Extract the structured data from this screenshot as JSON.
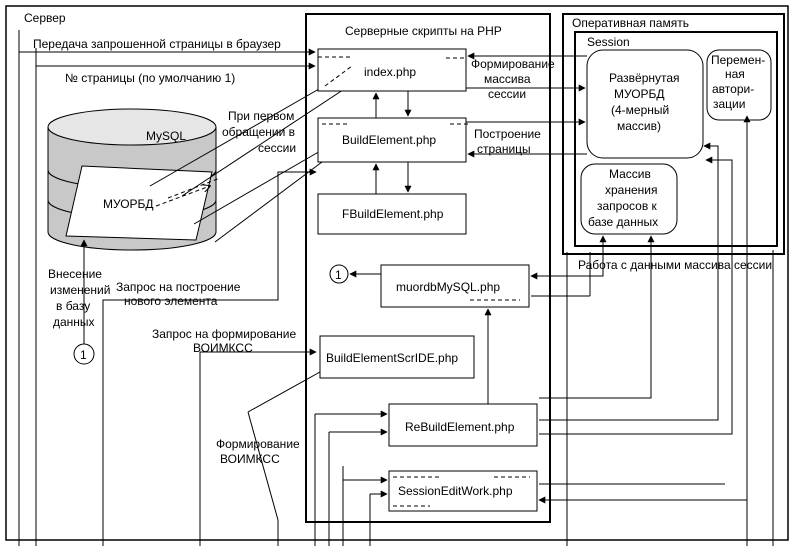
{
  "regions": {
    "server": "Сервер",
    "scripts": "Серверные скрипты на PHP",
    "ram": "Оперативная память",
    "session": "Session"
  },
  "modules": {
    "index": "index.php",
    "build": "BuildElement.php",
    "fbuild": "FBuildElement.php",
    "muordb": "muordbMySQL.php",
    "scride": "BuildElementScrIDE.php",
    "rebuild": "ReBuildElement.php",
    "session_edit": "SessionEditWork.php"
  },
  "db": {
    "mysql": "MySQL",
    "muorbd": "МУОРБД"
  },
  "session_items": {
    "array": [
      "Развёрнутая",
      "МУОРБД",
      "(4-мерный",
      "массив)"
    ],
    "auth": [
      "Перемен-",
      "ная",
      "автори-",
      "зации"
    ],
    "queries": [
      "Массив",
      "хранения",
      "запросов к",
      "базе данных"
    ]
  },
  "connector": "1",
  "labels": {
    "page_to_browser": "Передача запрошенной страницы в браузер",
    "page_number": "№ страницы (по умолчанию 1)",
    "first_access": [
      "При первом",
      "обращении в",
      "сессии"
    ],
    "form_session": [
      "Формирование",
      "массива",
      "сессии"
    ],
    "build_page": [
      "Построение",
      "страницы"
    ],
    "work_session": "Работа с данными массива сессии",
    "new_element": [
      "Запрос на построение",
      "нового элемента"
    ],
    "db_changes": [
      "Внесение",
      "изменений",
      "в базу",
      "данных"
    ],
    "voimkss_request": [
      "Запрос на формирование",
      "ВОИМКСС"
    ],
    "voimkss_form": [
      "Формирование",
      "ВОИМКСС"
    ]
  }
}
